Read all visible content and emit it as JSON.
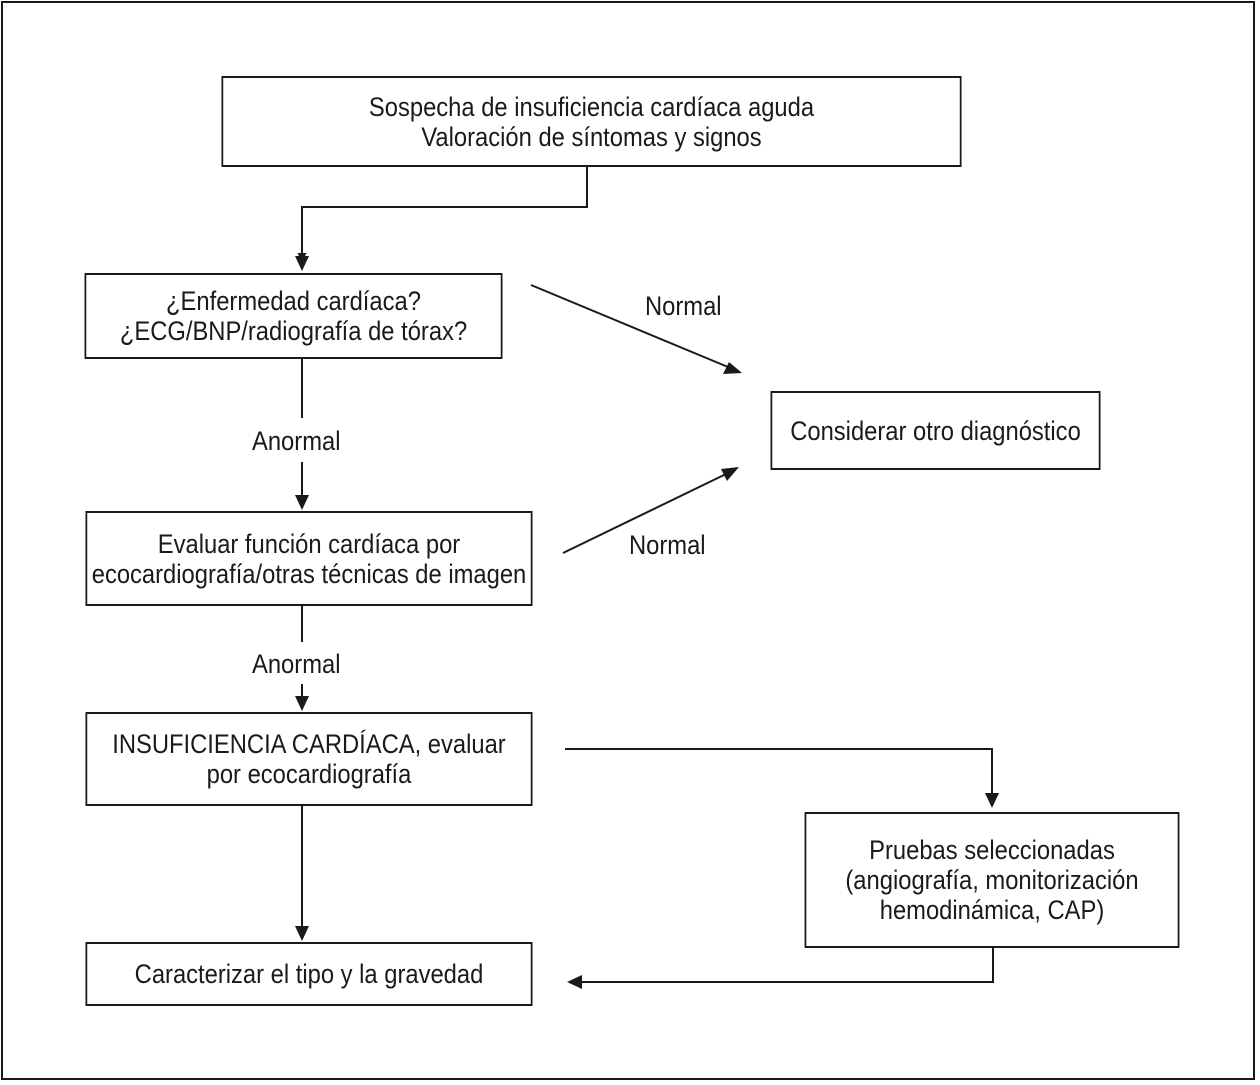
{
  "nodes": {
    "suspicion": {
      "line1": "Sospecha de insuficiencia cardíaca aguda",
      "line2": "Valoración de síntomas y signos"
    },
    "heart_disease": {
      "line1": "¿Enfermedad cardíaca?",
      "line2": "¿ECG/BNP/radiografía de tórax?"
    },
    "other_diagnosis": {
      "line1": "Considerar otro diagnóstico"
    },
    "evaluate_function": {
      "line1": "Evaluar función cardíaca por",
      "line2": "ecocardiografía/otras técnicas de imagen"
    },
    "heart_failure": {
      "line1": "INSUFICIENCIA CARDÍACA, evaluar",
      "line2": "por ecocardiografía"
    },
    "selected_tests": {
      "line1": "Pruebas seleccionadas",
      "line2": "(angiografía, monitorización",
      "line3": "hemodinámica, CAP)"
    },
    "characterize": {
      "line1": "Caracterizar el tipo y la gravedad"
    }
  },
  "edge_labels": {
    "normal_1": "Normal",
    "abnormal_1": "Anormal",
    "normal_2": "Normal",
    "abnormal_2": "Anormal"
  },
  "colors": {
    "stroke": "#1a1a1a",
    "background": "#ffffff"
  }
}
